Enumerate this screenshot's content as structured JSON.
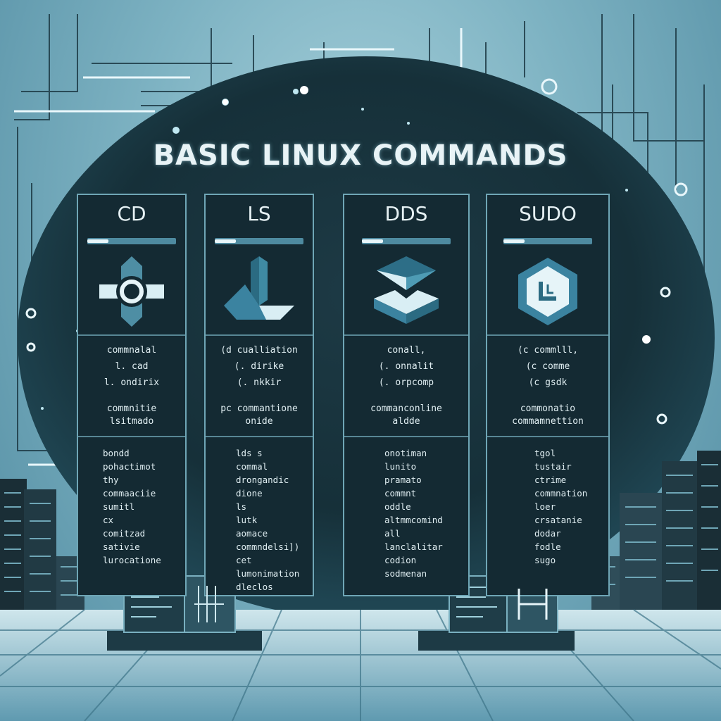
{
  "title": "BASIC LINUX COMMANDS",
  "columns": [
    {
      "header": "CD",
      "icon": "crosshair-icon",
      "block1": [
        "commnalal",
        "l.  cad",
        "l.  ondirix"
      ],
      "block2": [
        "commnitie",
        "lsitmado"
      ],
      "block3": [
        "bondd",
        "pohactimot",
        "thy",
        "commaaciie",
        "sumitl",
        "cx",
        "comitzad",
        "sativie",
        "lurocatione"
      ]
    },
    {
      "header": "LS",
      "icon": "ls-chevron-icon",
      "block1": [
        "(d  cualliation",
        "(.  dirike",
        "(.  nkkir"
      ],
      "block2": [
        "pc commantione",
        "onide"
      ],
      "block3": [
        "lds  s",
        "commal",
        "drongandic",
        "dione",
        "ls",
        "lutk",
        "aomace",
        "commndelsi])",
        "cet",
        "lumonimation",
        "dleclos"
      ]
    },
    {
      "header": "DDS",
      "icon": "stacked-layers-icon",
      "block1": [
        "conall,",
        "(.  onnalit",
        "(.  orpcomp"
      ],
      "block2": [
        "commanconline",
        "aldde"
      ],
      "block3": [
        "onotiman",
        "lunito",
        "pramato",
        "commnt",
        "oddle",
        "altmmcomind",
        "all",
        "lanclalitar",
        "codion",
        "sodmenan"
      ]
    },
    {
      "header": "SUDO",
      "icon": "hexagon-clock-icon",
      "block1": [
        "(c  commlll,",
        "(c  comme",
        "(c  gsdk"
      ],
      "block2": [
        "commonatio",
        "commamnettion"
      ],
      "block3": [
        "tgol",
        "tustair",
        "ctrime",
        "commnation",
        "loer",
        "crsatanie",
        "dodar",
        "fodle",
        "sugo"
      ]
    }
  ],
  "monitor_left_icon": "gauge-icon",
  "monitor_right_icon": "h-mark-icon"
}
